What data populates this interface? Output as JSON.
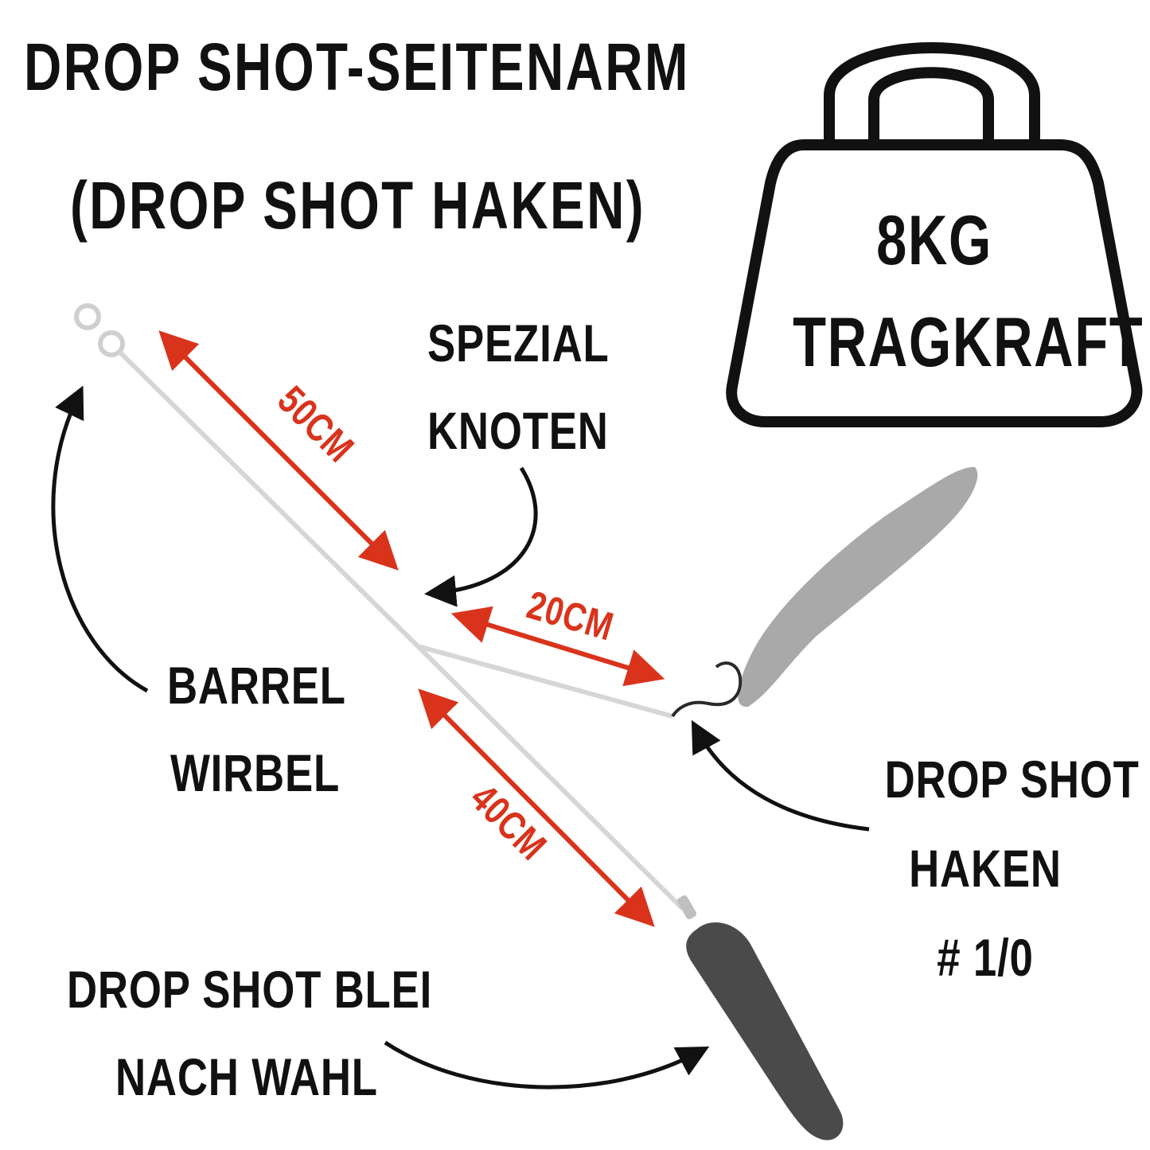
{
  "title": {
    "line1": "DROP SHOT-SEITENARM",
    "line2": "(DROP SHOT HAKEN)"
  },
  "weight_badge": {
    "line1": "8KG",
    "line2": "TRAGKRAFT"
  },
  "measurements": {
    "upper_line": "50CM",
    "side_arm": "20CM",
    "lower_line": "40CM"
  },
  "callouts": {
    "knot": [
      "SPEZIAL",
      "KNOTEN"
    ],
    "swivel": [
      "BARREL",
      "WIRBEL"
    ],
    "hook": [
      "DROP SHOT",
      "HAKEN",
      "# 1/0"
    ],
    "lead": [
      "DROP SHOT BLEI",
      "NACH WAHL"
    ]
  },
  "colors": {
    "measure_red": "#d9331c",
    "text": "#111111",
    "line": "#d6d6d6",
    "lure": "#a9a9a9",
    "lead": "#4a4a4a"
  },
  "icons": [
    "weight-icon",
    "barrel-swivel-icon",
    "hook-icon",
    "soft-bait-icon",
    "drop-shot-lead-icon"
  ]
}
